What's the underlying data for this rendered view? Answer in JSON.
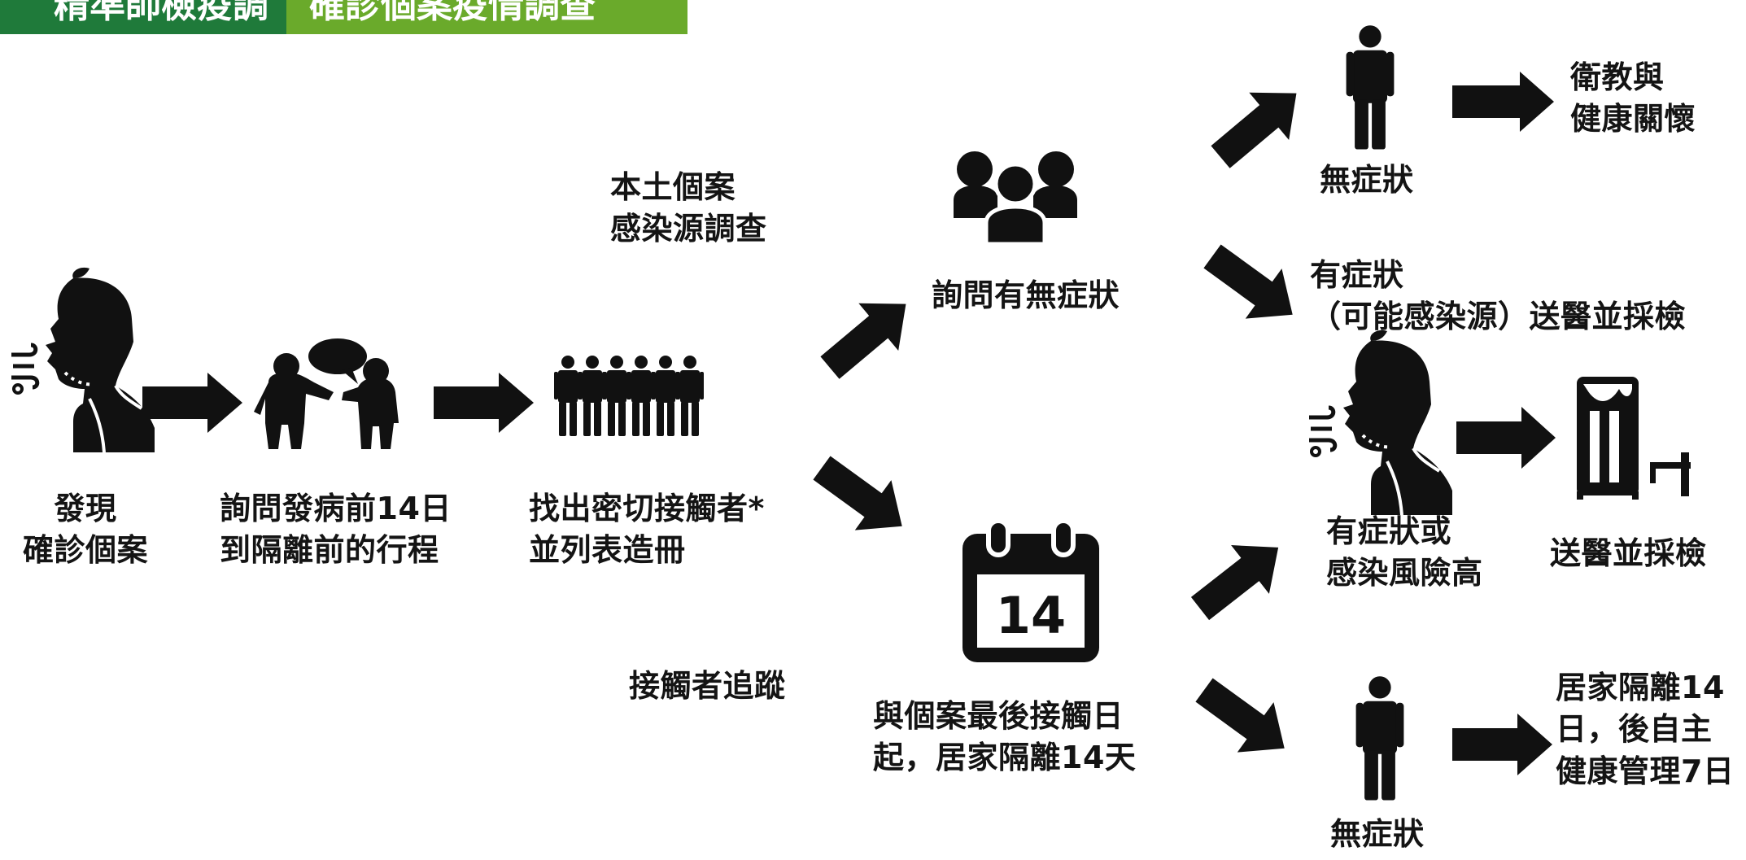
{
  "header": {
    "segment_left": "精準師檢疫調",
    "segment_right": "確診個案疫情調查",
    "left_color": "#1f7a3a",
    "right_color": "#6aaa2b"
  },
  "steps": {
    "discover": [
      "發現",
      "確診個案"
    ],
    "ask_itinerary": [
      "詢問發病前14日",
      "到隔離前的行程"
    ],
    "find_contacts": [
      "找出密切接觸者*",
      "並列表造冊"
    ]
  },
  "branches": {
    "local_source": [
      "本土個案",
      "感染源調查"
    ],
    "contact_tracing": "接觸者追蹤"
  },
  "middle": {
    "ask_symptoms": "詢問有無症狀",
    "home_quarantine": [
      "與個案最後接觸日",
      "起，居家隔離14天"
    ]
  },
  "outcomes": {
    "no_symptom_top": "無症狀",
    "health_edu": [
      "衛教與",
      "健康關懷"
    ],
    "symptomatic_source": [
      "有症狀",
      "（可能感染源）送醫並採檢"
    ],
    "symptomatic_or_risk": [
      "有症狀或",
      "感染風險高"
    ],
    "hospital_test": "送醫並採檢",
    "no_symptom_bottom": "無症狀",
    "self_health": [
      "居家隔離14",
      "日，後自主",
      "健康管理7日"
    ]
  },
  "calendar_day": "14",
  "icons": [
    "coughing-person-icon",
    "conversation-icon",
    "crowd-icon",
    "group-icon",
    "calendar-icon",
    "person-icon",
    "hospital-bed-icon"
  ]
}
